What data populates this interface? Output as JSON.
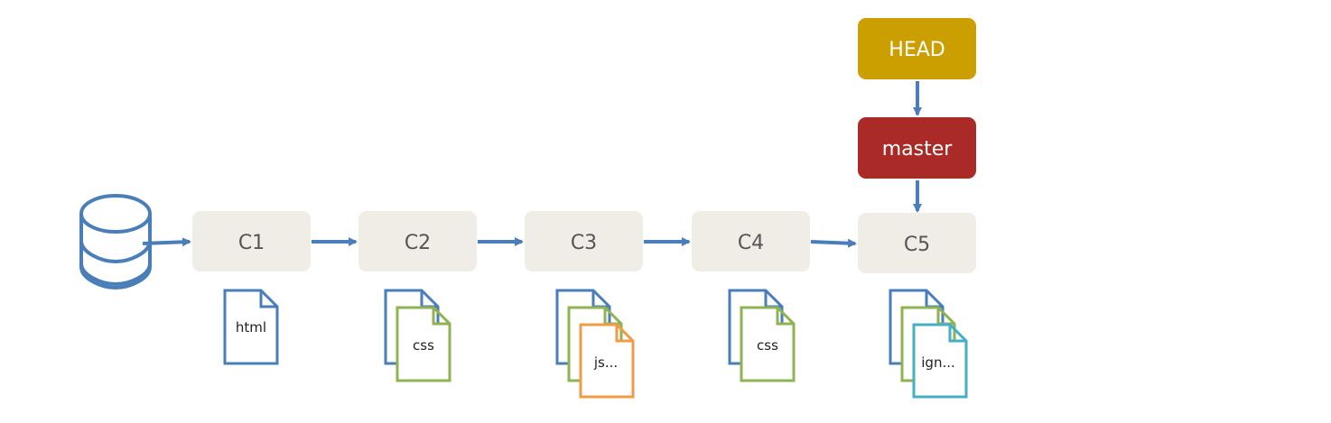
{
  "commits": [
    {
      "label": "C1"
    },
    {
      "label": "C2"
    },
    {
      "label": "C3"
    },
    {
      "label": "C4"
    },
    {
      "label": "C5"
    }
  ],
  "refs": {
    "head": {
      "label": "HEAD",
      "color": "#cc9f00"
    },
    "master": {
      "label": "master",
      "color": "#a92a26"
    }
  },
  "files": {
    "c1": {
      "front_label": "html",
      "stack_colors": [
        "#4a7ebb"
      ]
    },
    "c2": {
      "front_label": "css",
      "stack_colors": [
        "#4a7ebb",
        "#8fb350"
      ]
    },
    "c3": {
      "front_label": "js...",
      "stack_colors": [
        "#4a7ebb",
        "#8fb350",
        "#f29b44"
      ]
    },
    "c4": {
      "front_label": "css",
      "stack_colors": [
        "#4a7ebb",
        "#8fb350"
      ]
    },
    "c5": {
      "front_label": "ign...",
      "stack_colors": [
        "#4a7ebb",
        "#8fb350",
        "#45afc4"
      ]
    }
  },
  "colors": {
    "arrow": "#4a7ebb",
    "commit_box": "#efede6",
    "database": "#4a7ebb"
  },
  "icons": {
    "repository": "database-icon",
    "file": "document-icon"
  }
}
